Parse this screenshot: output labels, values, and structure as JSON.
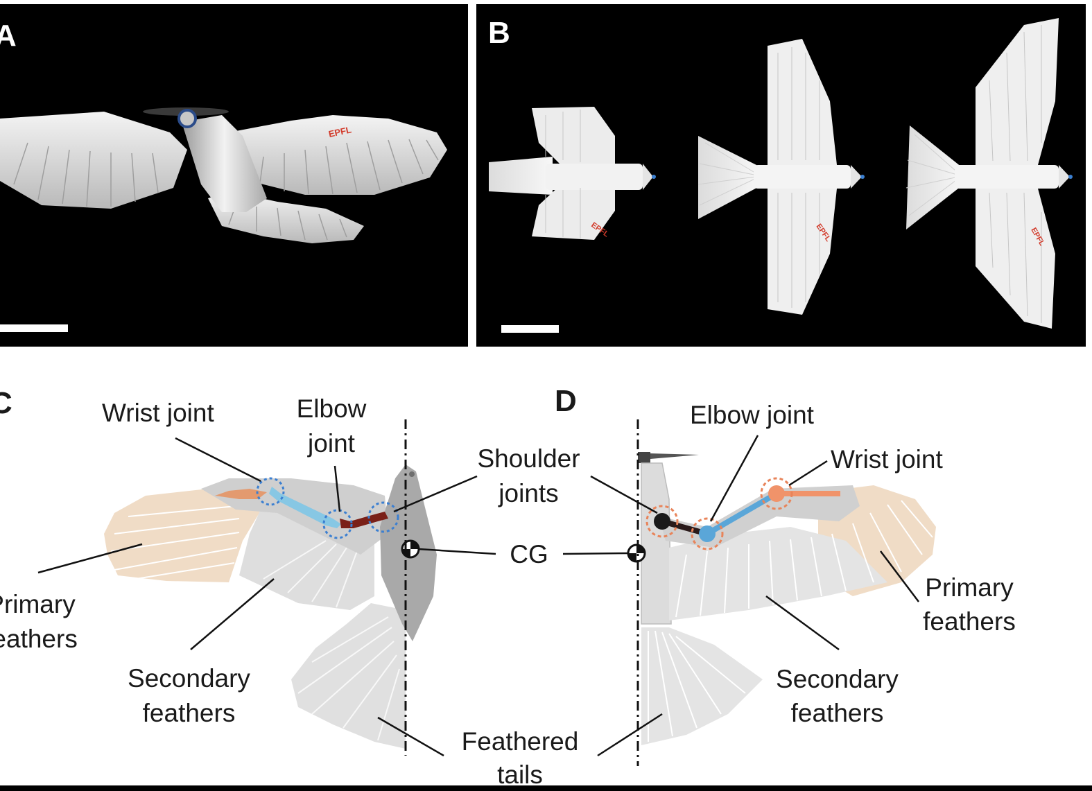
{
  "panels": {
    "a": {
      "letter": "A"
    },
    "b": {
      "letter": "B"
    },
    "c": {
      "letter": "C"
    },
    "d": {
      "letter": "D"
    }
  },
  "photo_text": {
    "logo": "EPFL"
  },
  "labels_c": {
    "wrist_joint": "Wrist joint",
    "elbow_joint_1": "Elbow",
    "elbow_joint_2": "joint",
    "shoulder_joints_1": "Shoulder",
    "shoulder_joints_2": "joints",
    "cg": "CG",
    "primary_feathers_1": "Primary",
    "primary_feathers_2": "feathers",
    "secondary_feathers_1": "Secondary",
    "secondary_feathers_2": "feathers",
    "feathered_tails_1": "Feathered",
    "feathered_tails_2": "tails"
  },
  "labels_d": {
    "elbow_joint": "Elbow joint",
    "wrist_joint": "Wrist joint",
    "primary_feathers_1": "Primary",
    "primary_feathers_2": "feathers",
    "secondary_feathers_1": "Secondary",
    "secondary_feathers_2": "feathers"
  },
  "colors": {
    "photo_background": "#000000",
    "robot_white": "#eeeeee",
    "primary_feather_tint": "#f0dcc6",
    "secondary_feather_tint": "#dedede",
    "body_gray": "#a9a9a9",
    "joint_ring_blue": "#3b7fd1",
    "joint_ring_orange": "#e8845a",
    "bone_blue": "#7fc1e0",
    "bone_orange": "#f0936a",
    "bone_dark": "#7a2018"
  }
}
